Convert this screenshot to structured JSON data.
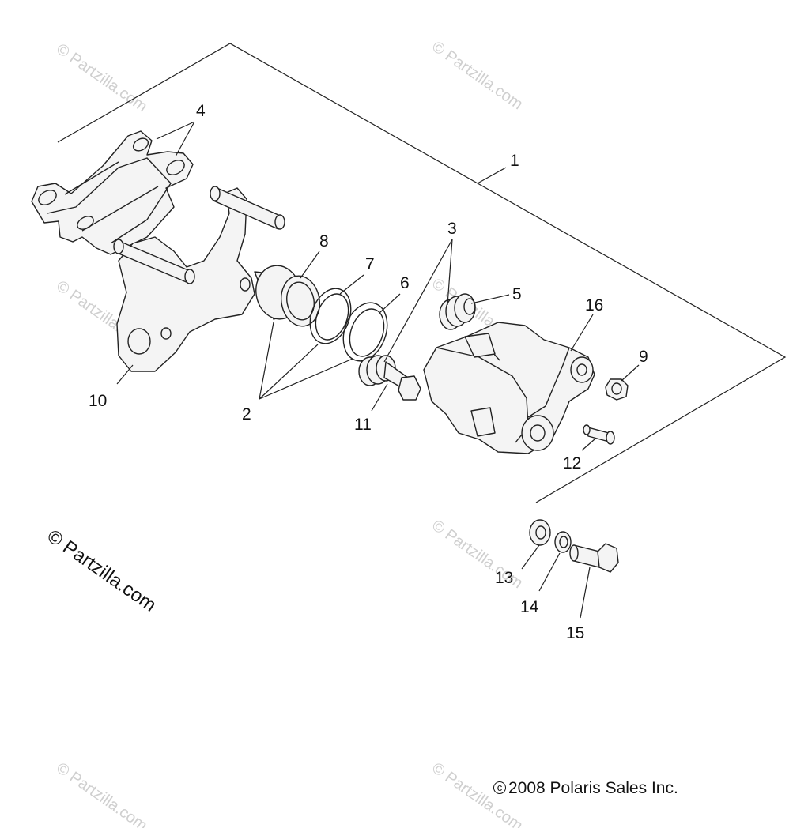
{
  "diagram": {
    "callouts": {
      "c1": "1",
      "c2": "2",
      "c3": "3",
      "c4": "4",
      "c5": "5",
      "c6": "6",
      "c7": "7",
      "c8": "8",
      "c9": "9",
      "c10": "10",
      "c11": "11",
      "c12": "12",
      "c13": "13",
      "c14": "14",
      "c15": "15",
      "c16": "16"
    },
    "watermark_small": "© Partzilla.com",
    "watermark_large": "© Partzilla.com",
    "copyright": "2008 Polaris Sales Inc.",
    "copyright_symbol": "c"
  }
}
